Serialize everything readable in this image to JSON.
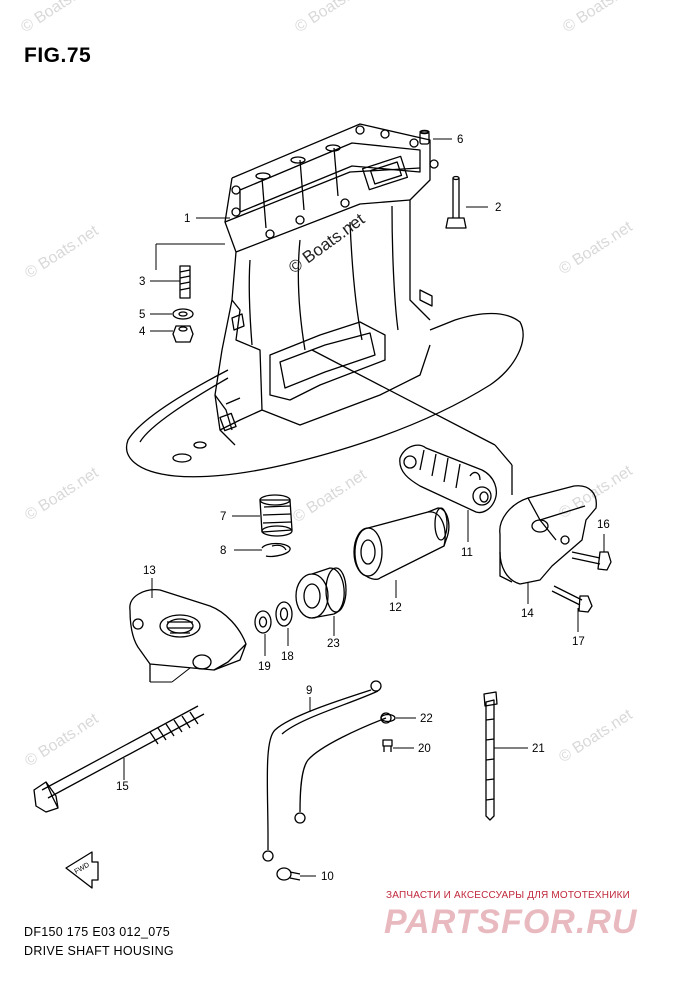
{
  "figure": {
    "title": "FIG.75",
    "model_code": "DF150 175 E03 012_075",
    "caption": "DRIVE SHAFT HOUSING"
  },
  "watermarks": {
    "text": "© Boats.net",
    "center_text": "© Boats.net"
  },
  "branding": {
    "tagline": "ЗАПЧАСТИ И АКСЕССУАРЫ ДЛЯ МОТОТЕХНИКИ",
    "logo": "PARTSFOR.RU"
  },
  "fwd_label": "FWD",
  "callouts": [
    "1",
    "2",
    "3",
    "4",
    "5",
    "6",
    "7",
    "8",
    "9",
    "10",
    "11",
    "12",
    "13",
    "14",
    "15",
    "16",
    "17",
    "18",
    "19",
    "20",
    "21",
    "22",
    "23"
  ],
  "colors": {
    "line": "#000000",
    "watermark": "#d9d9d9",
    "brand": "#c0283c",
    "brand_light": "#e8b9bf"
  }
}
